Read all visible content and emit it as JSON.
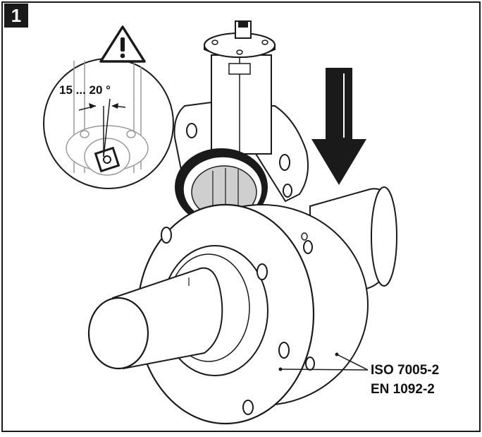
{
  "step": {
    "number": "1"
  },
  "callout": {
    "angle_text": "15 ... 20 °"
  },
  "standards": {
    "line1": "ISO 7005-2",
    "line2": "EN 1092-2"
  },
  "colors": {
    "stroke": "#1a1a1a",
    "fill": "#ffffff",
    "gray": "#cfcfcf",
    "dark": "#111111"
  },
  "icons": {
    "warning": "warning-triangle-icon",
    "arrow": "down-arrow-icon"
  }
}
